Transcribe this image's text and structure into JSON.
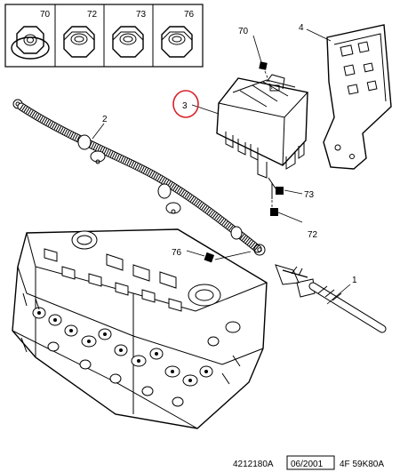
{
  "legend": [
    {
      "ref": "70",
      "icon": "hex-nut-flanged-icon"
    },
    {
      "ref": "72",
      "icon": "hex-nut-icon"
    },
    {
      "ref": "73",
      "icon": "hex-nut-icon"
    },
    {
      "ref": "76",
      "icon": "hex-nut-icon"
    }
  ],
  "callouts": {
    "c1": "1",
    "c2": "2",
    "c3": "3",
    "c4": "4",
    "c70": "70",
    "c72": "72",
    "c73": "73",
    "c76": "76"
  },
  "highlight_color": "#d8232a",
  "footer": {
    "ref": "4212180A",
    "date": "06/2001",
    "code": "4F 59K80A"
  }
}
